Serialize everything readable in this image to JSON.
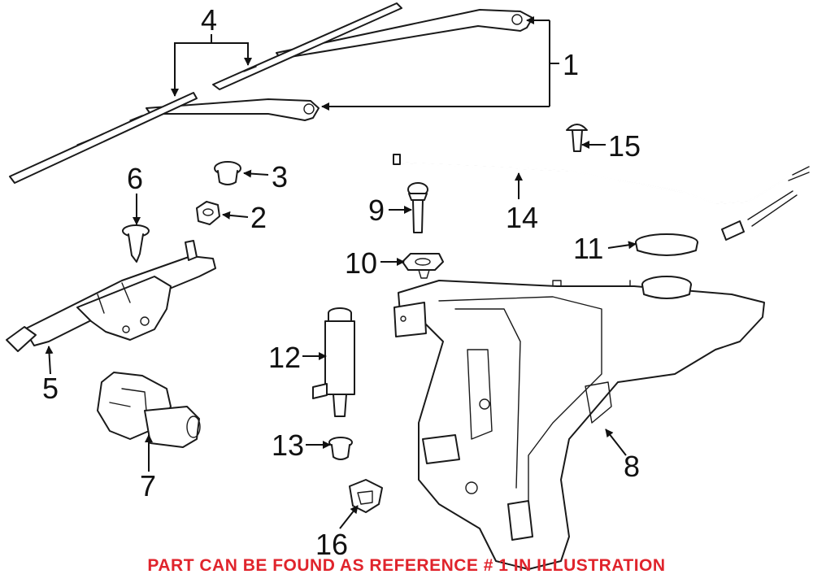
{
  "colors": {
    "line": "#1a1a1a",
    "note": "#e0242c",
    "background": "#ffffff"
  },
  "callouts": {
    "c1": "1",
    "c2": "2",
    "c3": "3",
    "c4": "4",
    "c5": "5",
    "c6": "6",
    "c7": "7",
    "c8": "8",
    "c9": "9",
    "c10": "10",
    "c11": "11",
    "c12": "12",
    "c13": "13",
    "c14": "14",
    "c15": "15",
    "c16": "16"
  },
  "footer": {
    "note": "PART CAN BE FOUND AS REFERENCE # 1 IN ILLUSTRATION"
  }
}
